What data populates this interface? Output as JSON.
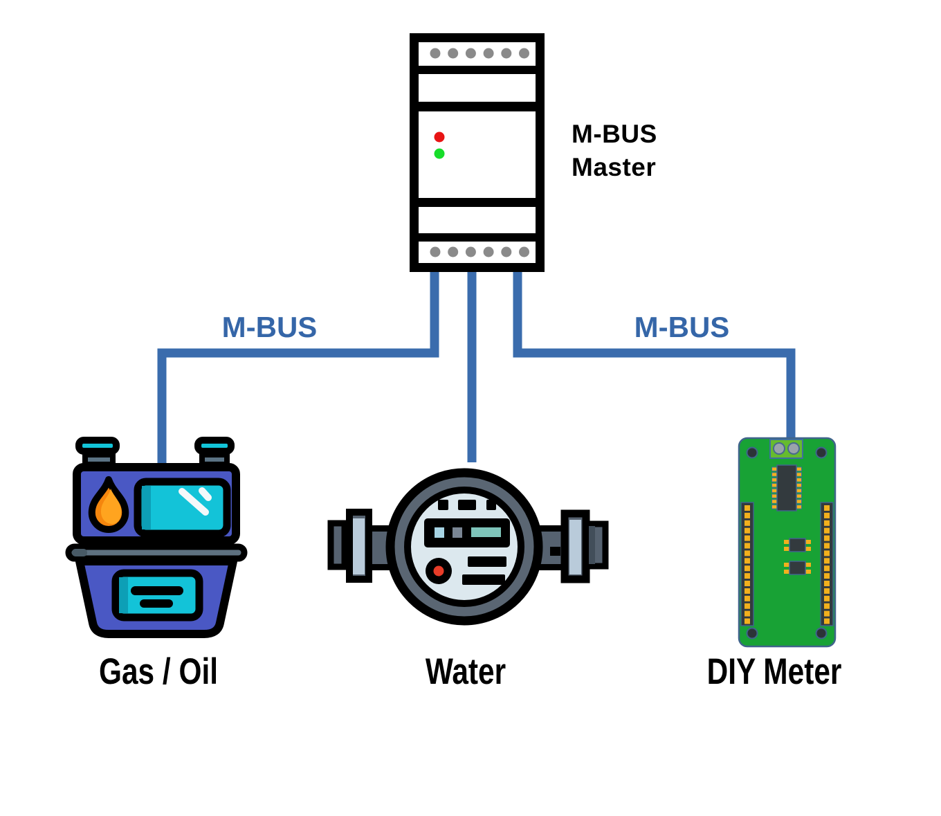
{
  "master": {
    "label": "M-BUS\nMaster",
    "icon": "din-rail-module-icon",
    "terminal_dots_per_row": 6,
    "leds": [
      {
        "name": "status-led-red",
        "color": "#e81414"
      },
      {
        "name": "status-led-green",
        "color": "#17dd2a"
      }
    ]
  },
  "bus": {
    "left_label": "M-BUS",
    "right_label": "M-BUS",
    "wire_color": "#3a6cad",
    "label_color": "#3566a8"
  },
  "devices": [
    {
      "label": "Gas / Oil",
      "icon": "gas-meter-icon"
    },
    {
      "label": "Water",
      "icon": "water-meter-icon"
    },
    {
      "label": "DIY Meter",
      "icon": "pcb-board-icon"
    }
  ],
  "colors": {
    "background": "#ffffff",
    "outline_black": "#000000",
    "terminal_dot_gray": "#8a8a8a",
    "gas_meter_body_blue": "#4a58c4",
    "gas_meter_display_cyan": "#13c3d8",
    "gas_meter_display_shade": "#0d9fb6",
    "gas_flame_orange": "#f5860d",
    "gas_flame_highlight": "#ffa41f",
    "gas_pipe_gray": "#5e7180",
    "water_meter_metal": "#5a6673",
    "water_meter_face": "#dce8ee",
    "water_meter_stripe": "#b9cbda",
    "water_panel_blue": "#a6d3e3",
    "water_panel_gray": "#7a8694",
    "water_panel_teal": "#7ec4ba",
    "water_knob_dot_red": "#e83c28",
    "pcb_green": "#18a235",
    "pcb_terminal_green": "#66bb2e",
    "pcb_dark_part": "#333a3e",
    "pcb_pad_yellow": "#f2b01d",
    "pcb_edge_blue": "#40648c"
  }
}
